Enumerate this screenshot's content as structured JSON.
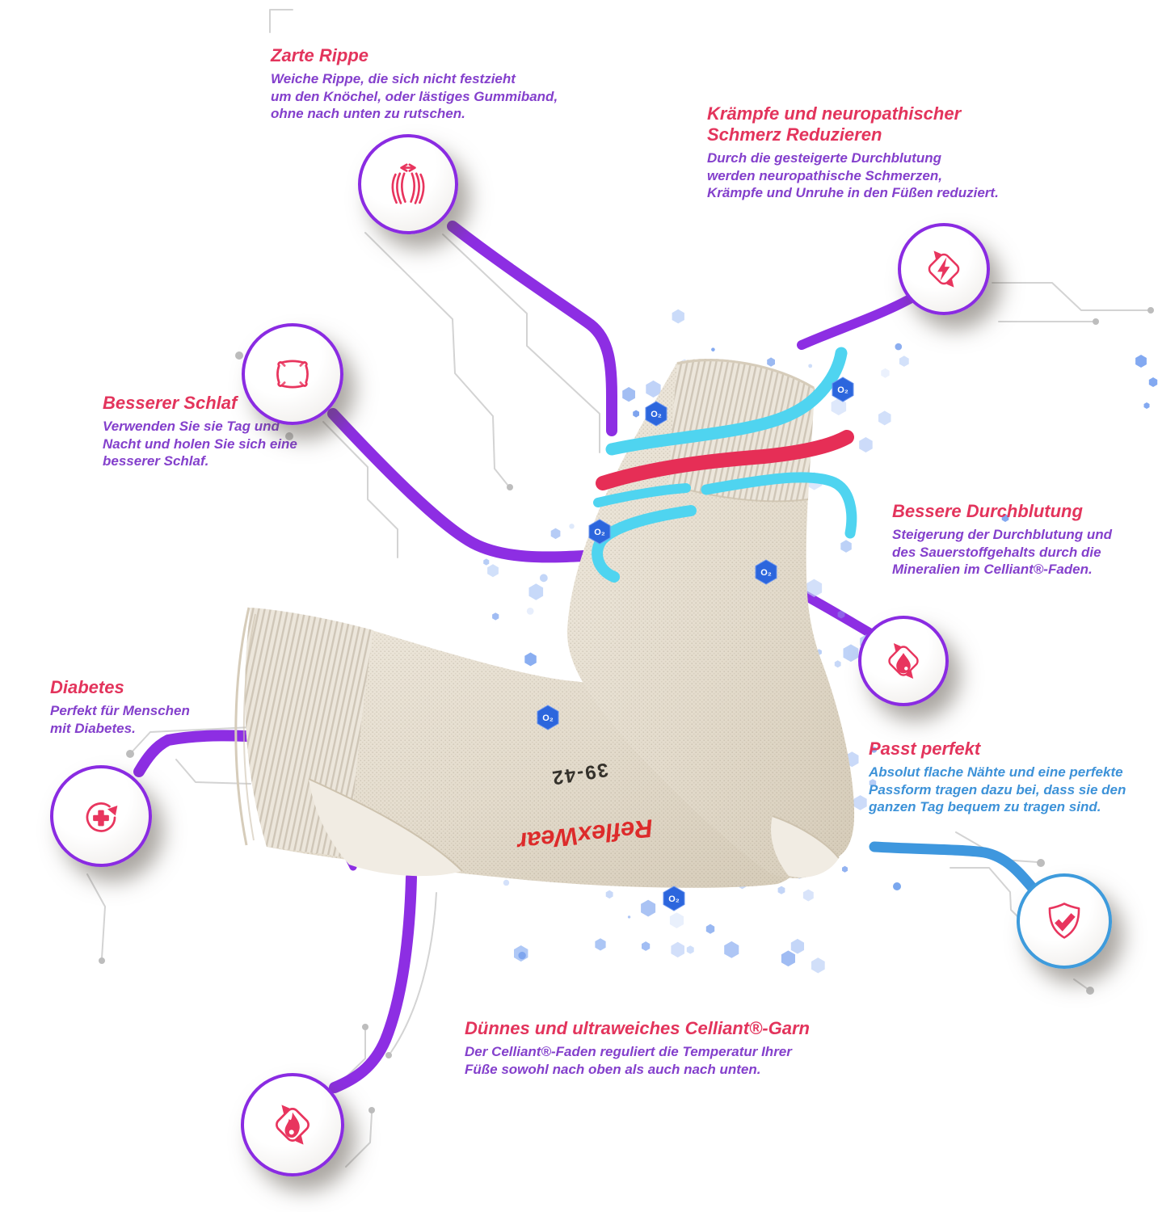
{
  "features": {
    "zarte_rippe": {
      "title": "Zarte Rippe",
      "body": "Weiche Rippe, die sich nicht festzieht\num den Knöchel, oder lästiges Gummiband,\nohne nach unten zu rutschen."
    },
    "kraempfe": {
      "title": "Krämpfe und neuropathischer\nSchmerz Reduzieren",
      "body": "Durch die gesteigerte Durchblutung\nwerden neuropathische Schmerzen,\nKrämpfe und Unruhe in den Füßen reduziert."
    },
    "schlaf": {
      "title": "Besserer Schlaf",
      "body": "Verwenden Sie sie Tag und\nNacht und holen Sie sich eine\nbesserer Schlaf."
    },
    "durchblutung": {
      "title": "Bessere Durchblutung",
      "body": "Steigerung der Durchblutung und\ndes Sauerstoffgehalts durch die\nMineralien im Celliant®-Faden."
    },
    "diabetes": {
      "title": "Diabetes",
      "body": "Perfekt für Menschen\nmit Diabetes."
    },
    "passform": {
      "title": "Passt perfekt",
      "body": "Absolut flache Nähte und eine perfekte\nPassform tragen dazu bei, dass sie den\nganzen Tag bequem zu tragen sind."
    },
    "celliant": {
      "title": "Dünnes und ultraweiches Celliant®-Garn",
      "body": "Der Celliant®-Faden reguliert die Temperatur Ihrer\nFüße sowohl nach oben als auch nach unten."
    }
  },
  "sock": {
    "brand": "ReflexWear",
    "size": "39-42"
  },
  "molecule": {
    "label": "O₂"
  },
  "colors": {
    "heading": "#e3345c",
    "body_purple": "#8440cc",
    "body_blue": "#3d92d8",
    "connector_purple": "#8d2ee3",
    "connector_blue": "#3e97de",
    "ring_purple": "#8a2be2",
    "ring_blue": "#3e9bdc",
    "swoosh_cyan": "#4fd4f0",
    "swoosh_red": "#e62e56",
    "icon_pink": "#e8355e",
    "particle_blue": "#6d9aee",
    "badge_blue": "#2c66dd",
    "sock_beige": "#e6dfd2"
  }
}
